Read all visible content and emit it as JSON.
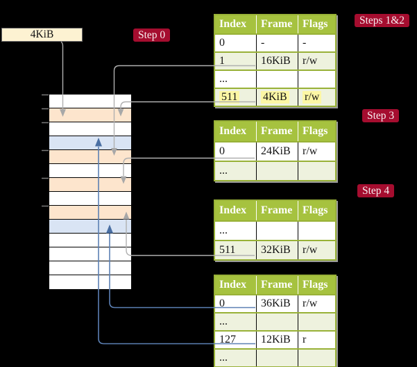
{
  "frame_label": {
    "text": "4KiB"
  },
  "badges": [
    {
      "id": "step-0",
      "label": "Step 0"
    },
    {
      "id": "steps-1-2",
      "label": "Steps 1&2"
    },
    {
      "id": "step-3",
      "label": "Step 3"
    },
    {
      "id": "step-4",
      "label": "Step 4"
    }
  ],
  "table_header": [
    "Index",
    "Frame",
    "Flags"
  ],
  "tables": [
    {
      "id": "page-table-1",
      "rows": [
        {
          "cells": [
            "0",
            "-",
            "-"
          ],
          "tint": false,
          "highlight": false
        },
        {
          "cells": [
            "1",
            "16KiB",
            "r/w"
          ],
          "tint": true,
          "highlight": false
        },
        {
          "cells": [
            "...",
            "",
            ""
          ],
          "tint": false,
          "highlight": false
        },
        {
          "cells": [
            "511",
            "4KiB",
            "r/w"
          ],
          "tint": true,
          "highlight": true
        }
      ]
    },
    {
      "id": "page-table-2",
      "rows": [
        {
          "cells": [
            "0",
            "24KiB",
            "r/w"
          ],
          "tint": false,
          "highlight": false
        },
        {
          "cells": [
            "...",
            "",
            ""
          ],
          "tint": true,
          "highlight": false
        }
      ]
    },
    {
      "id": "page-table-3",
      "rows": [
        {
          "cells": [
            "...",
            "",
            ""
          ],
          "tint": false,
          "highlight": false
        },
        {
          "cells": [
            "511",
            "32KiB",
            "r/w"
          ],
          "tint": true,
          "highlight": false
        }
      ]
    },
    {
      "id": "page-table-4",
      "rows": [
        {
          "cells": [
            "0",
            "36KiB",
            "r/w"
          ],
          "tint": false,
          "highlight": false
        },
        {
          "cells": [
            "...",
            "",
            ""
          ],
          "tint": true,
          "highlight": false
        },
        {
          "cells": [
            "127",
            "12KiB",
            "r"
          ],
          "tint": false,
          "highlight": false
        },
        {
          "cells": [
            "...",
            "",
            ""
          ],
          "tint": true,
          "highlight": false
        }
      ]
    }
  ],
  "memory_column": {
    "rows": [
      "white",
      "peach",
      "white",
      "blue",
      "peach",
      "white",
      "peach",
      "white",
      "peach",
      "blue",
      "white",
      "white",
      "white",
      "white"
    ]
  },
  "colors": {
    "background": "#000000",
    "table_header_bg": "#a6c23f",
    "table_border": "#98b137",
    "table_row_tint": "#eef2de",
    "highlight_yellow": "#fcf7a5",
    "badge_red": "#a50d2f",
    "frame_label_bg": "#fdf2d2",
    "memory_peach": "#fde5cd",
    "memory_blue": "#d9e4f4",
    "arrow_gray": "#b0b0b0",
    "arrow_blue": "#5c80b4"
  }
}
